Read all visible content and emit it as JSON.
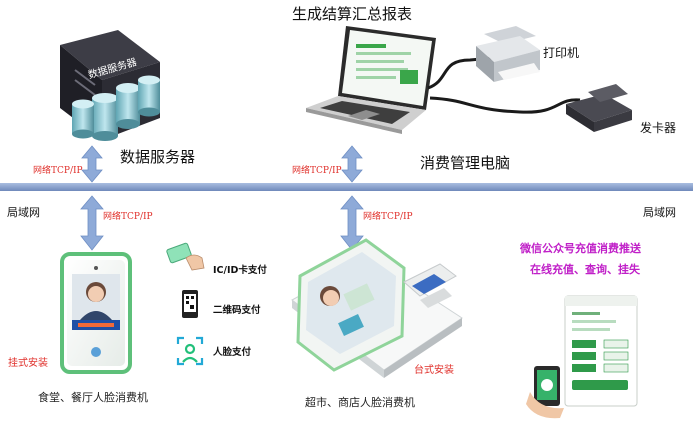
{
  "top_title": "生成结算汇总报表",
  "printer_label": "打印机",
  "card_issuer_label": "发卡器",
  "server_icon_text": "数据服务器",
  "server_label": "数据服务器",
  "pc_label": "消费管理电脑",
  "network_labels": {
    "server_link": "网络TCP/IP",
    "pc_link": "网络TCP/IP",
    "left_terminal_link": "网络TCP/IP",
    "center_terminal_link": "网络TCP/IP"
  },
  "lan_left": "局域网",
  "lan_right": "局域网",
  "payment_methods": [
    {
      "label": "IC/ID卡支付",
      "icon": "card-tap-icon"
    },
    {
      "label": "二维码支付",
      "icon": "qr-phone-icon"
    },
    {
      "label": "人脸支付",
      "icon": "face-scan-icon"
    }
  ],
  "wall_mount_label": "挂式安装",
  "desk_mount_label": "台式安装",
  "left_terminal_caption": "食堂、餐厅人脸消费机",
  "center_terminal_caption": "超市、商店人脸消费机",
  "wechat_line1": "微信公众号充值消费推送",
  "wechat_line2": "在线充值、查询、挂失",
  "colors": {
    "lan_bar": "#7f98c6",
    "arrow": "#8eaad8",
    "accent_red": "#e0302b",
    "wechat_purple": "#c020c8",
    "device_green": "#5ec07a"
  }
}
